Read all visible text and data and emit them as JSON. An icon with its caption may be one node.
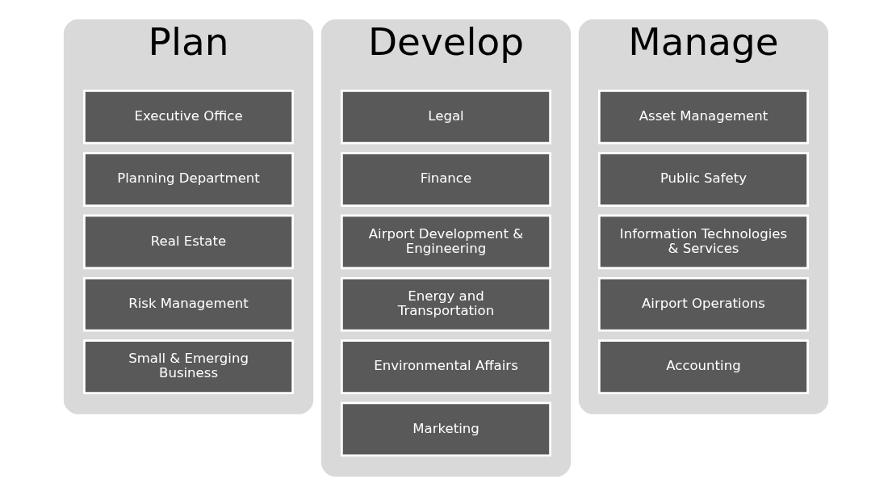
{
  "diagram": {
    "nodes": [
      {
        "text": [
          "Plan"
        ]
      },
      {
        "text": [
          "Executive Office"
        ],
        "in": 0
      },
      {
        "text": [
          "Planning Department"
        ],
        "in": 0
      },
      {
        "text": [
          "Real Estate"
        ],
        "in": 0
      },
      {
        "text": [
          "Risk Management"
        ],
        "in": 0
      },
      {
        "text": [
          "Small & Emerging Business"
        ],
        "in": 0
      },
      {
        "text": [
          "Develop"
        ]
      },
      {
        "text": [
          "Legal"
        ],
        "in": 6
      },
      {
        "text": [
          "Finance"
        ],
        "in": 6
      },
      {
        "text": [
          "Airport Development & Engineering"
        ],
        "in": 6
      },
      {
        "text": [
          "Energy and Transportation"
        ],
        "in": 6
      },
      {
        "text": [
          "Environmental Affairs"
        ],
        "in": 6
      },
      {
        "text": [
          "Marketing"
        ],
        "in": 6
      },
      {
        "text": [
          "Manage"
        ]
      },
      {
        "text": [
          "Asset Management"
        ],
        "in": 13
      },
      {
        "text": [
          "Public Safety"
        ],
        "in": 13
      },
      {
        "text": [
          "Information Technologies & Services"
        ],
        "in": 13
      },
      {
        "text": [
          "Airport Operations"
        ],
        "in": 13
      },
      {
        "text": [
          "Accounting"
        ],
        "in": 13
      }
    ]
  }
}
